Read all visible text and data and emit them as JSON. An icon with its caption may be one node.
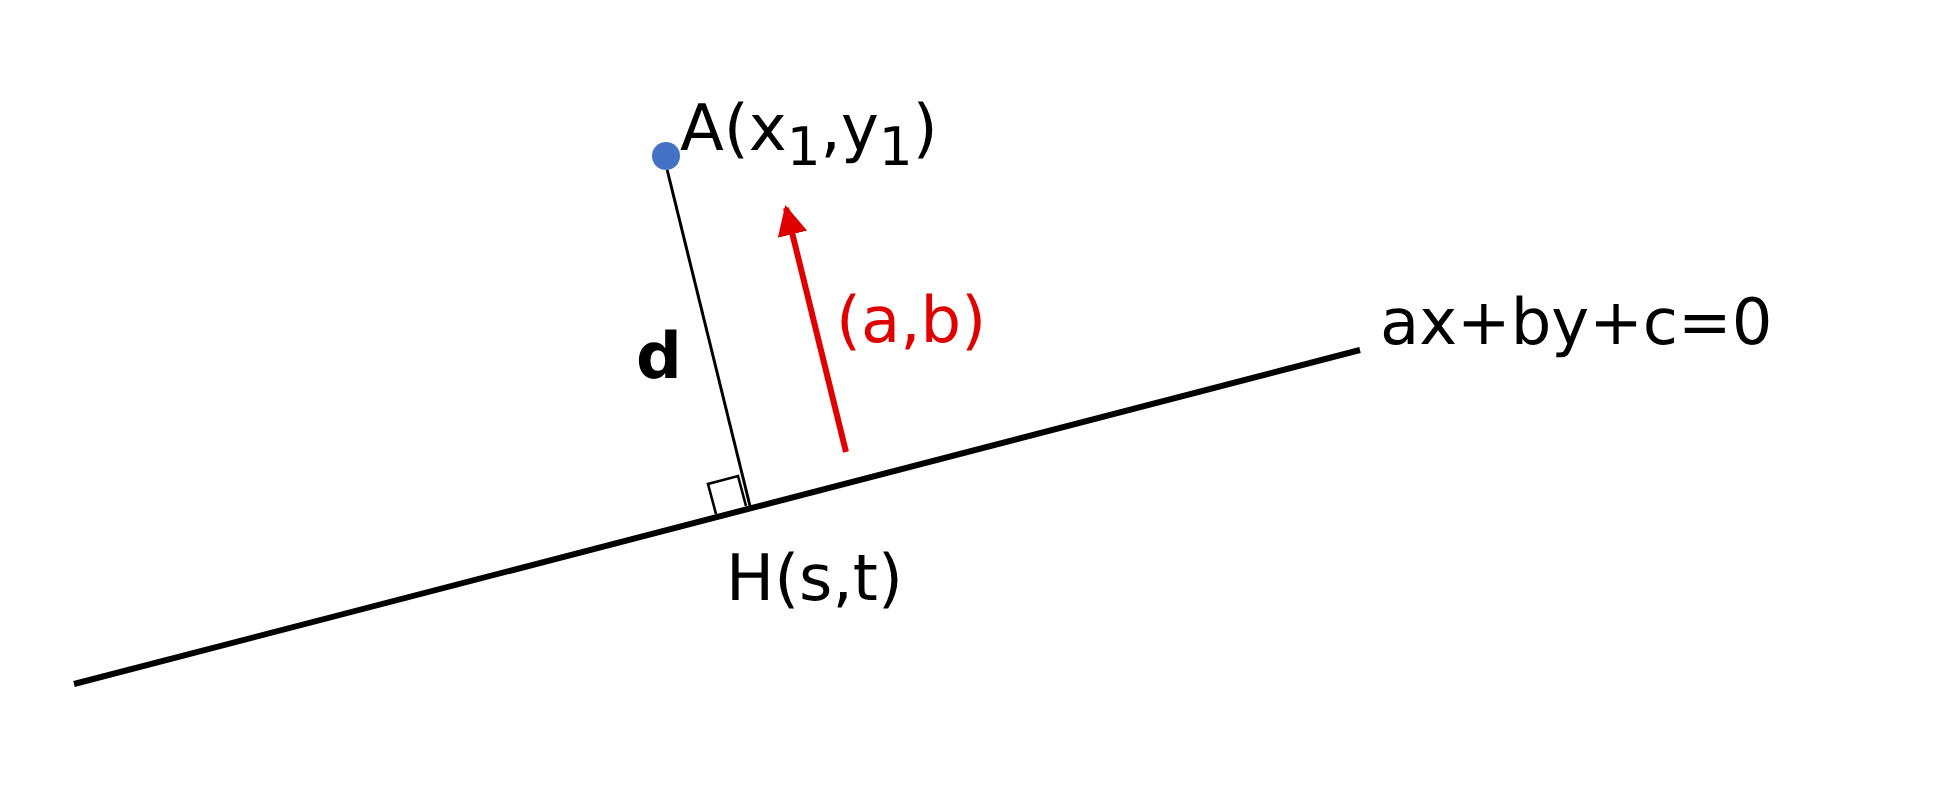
{
  "diagram": {
    "nodes": [
      {
        "text": [],
        "shape": "circle",
        "beside": [
          "A(x$_{1}$,y$_{1}$)"
        ]
      },
      {
        "text": [
          "H(s,t)"
        ]
      }
    ],
    "edges": [
      {
        "from": 0,
        "to": 1,
        "arrow": "none",
        "label": "d"
      }
    ],
    "labels": [
      "(a,b)",
      "ax+by+c=0"
    ]
  }
}
